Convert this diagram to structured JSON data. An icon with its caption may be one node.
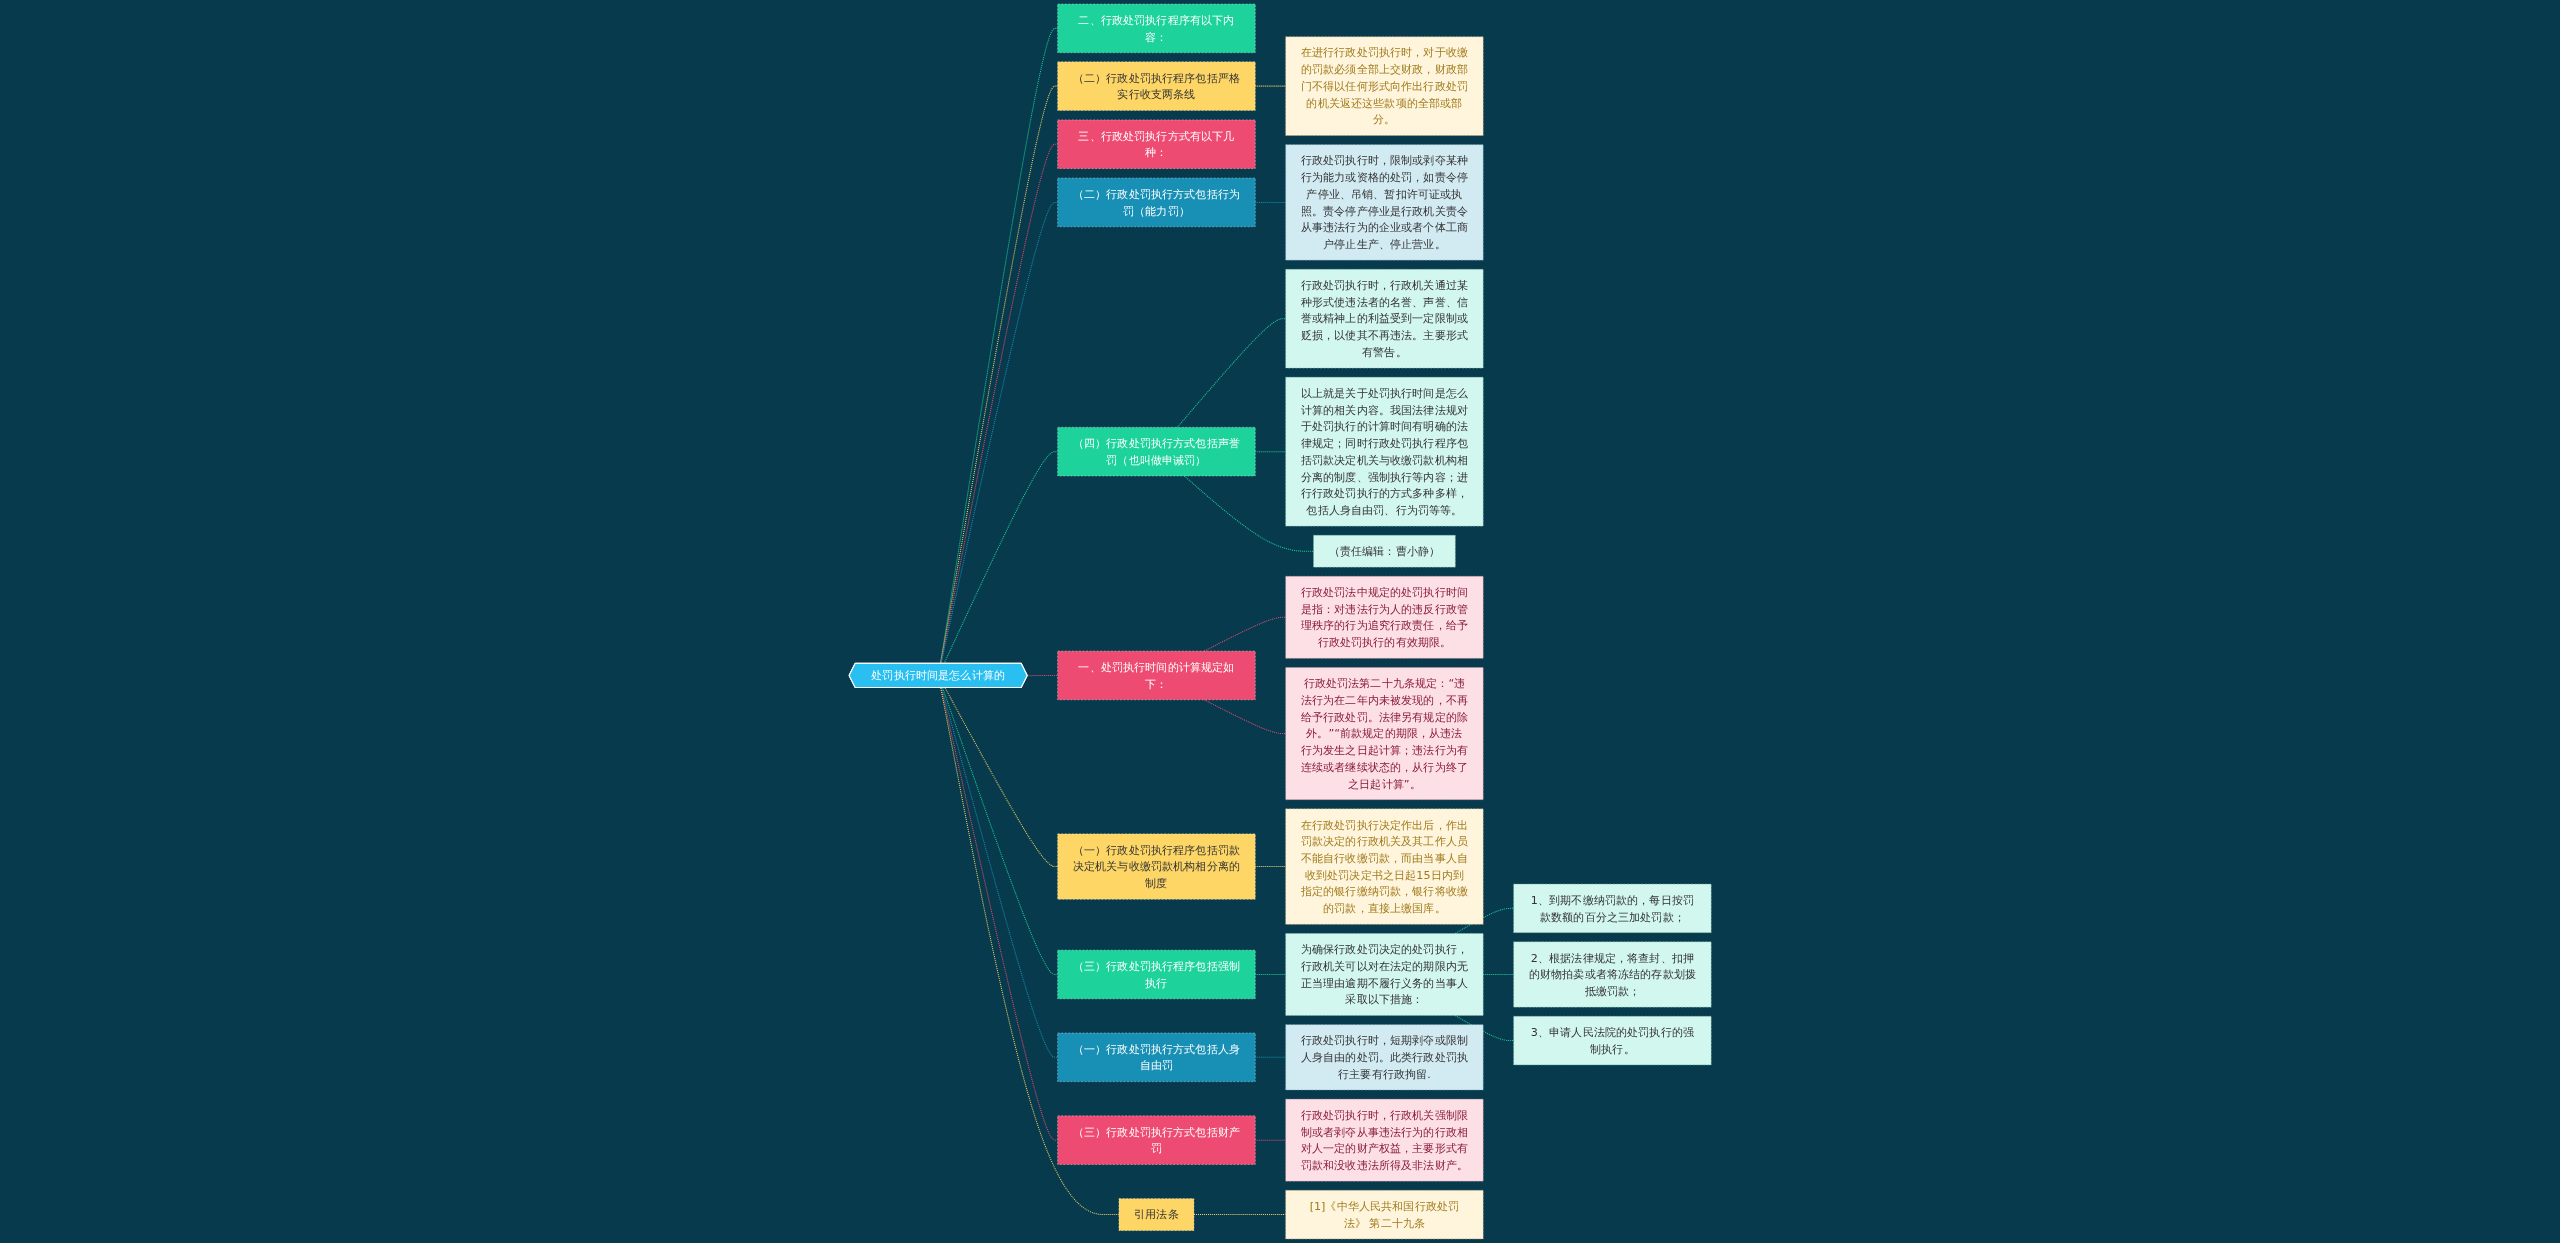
{
  "diagram": {
    "nodes": [
      {
        "text": [
          "处罚执行时间是怎么计算的"
        ]
      },
      {
        "text": [
          "二、行政处罚执行程序有以下内容："
        ]
      },
      {
        "text": [
          "（二）行政处罚执行程序包括严格实行收支两条线"
        ]
      },
      {
        "text": [
          "在进行行政处罚执行时，对于收缴的罚款必须全部上交财政，财政部门不得以任何形式向作出行政处罚的机关返还这些款项的全部或部分。"
        ]
      },
      {
        "text": [
          "三、行政处罚执行方式有以下几种："
        ]
      },
      {
        "text": [
          "（二）行政处罚执行方式包括行为罚（能力罚）"
        ]
      },
      {
        "text": [
          "行政处罚执行时，限制或剥夺某种行为能力或资格的处罚，如责令停产停业、吊销、暂扣许可证或执照。责令停产停业是行政机关责令从事违法行为的企业或者个体工商户停止生产、停止营业。"
        ]
      },
      {
        "text": [
          "（四）行政处罚执行方式包括声誉罚（也叫做申诫罚）"
        ]
      },
      {
        "text": [
          "行政处罚执行时，行政机关通过某种形式使违法者的名誉、声誉、信誉或精神上的利益受到一定限制或贬损，以使其不再违法。主要形式有警告。"
        ]
      },
      {
        "text": [
          "以上就是关于处罚执行时间是怎么计算的相关内容。我国法律法规对于处罚执行的计算时间有明确的法律规定；同时行政处罚执行程序包括罚款决定机关与收缴罚款机构相分离的制度、强制执行等内容；进行行政处罚执行的方式多种多样，包括人身自由罚、行为罚等等。"
        ]
      },
      {
        "text": [
          "（责任编辑：曹小静）"
        ]
      },
      {
        "text": [
          "一、处罚执行时间的计算规定如下："
        ]
      },
      {
        "text": [
          "行政处罚法中规定的处罚执行时间是指：对违法行为人的违反行政管理秩序的行为追究行政责任，给予行政处罚执行的有效期限。"
        ]
      },
      {
        "text": [
          "行政处罚法第二十九条规定：“违法行为在二年内未被发现的，不再给予行政处罚。法律另有规定的除外。”“前款规定的期限，从违法行为发生之日起计算；违法行为有连续或者继续状态的，从行为终了之日起计算”。"
        ]
      },
      {
        "text": [
          "（一）行政处罚执行程序包括罚款决定机关与收缴罚款机构相分离的制度"
        ]
      },
      {
        "text": [
          "在行政处罚执行决定作出后，作出罚款决定的行政机关及其工作人员不能自行收缴罚款，而由当事人自收到处罚决定书之日起15日内到指定的银行缴纳罚款，银行将收缴的罚款，直接上缴国库。"
        ]
      },
      {
        "text": [
          "（三）行政处罚执行程序包括强制执行"
        ]
      },
      {
        "text": [
          "为确保行政处罚决定的处罚执行，行政机关可以对在法定的期限内无正当理由逾期不履行义务的当事人采取以下措施："
        ]
      },
      {
        "text": [
          "1、到期不缴纳罚款的，每日按罚款数额的百分之三加处罚款；"
        ]
      },
      {
        "text": [
          "2、根据法律规定，将查封、扣押的财物拍卖或者将冻结的存款划拨抵缴罚款；"
        ]
      },
      {
        "text": [
          "3、申请人民法院的处罚执行的强制执行。"
        ]
      },
      {
        "text": [
          "（一）行政处罚执行方式包括人身自由罚"
        ]
      },
      {
        "text": [
          "行政处罚执行时，短期剥夺或限制人身自由的处罚。此类行政处罚执行主要有行政拘留."
        ]
      },
      {
        "text": [
          "（三）行政处罚执行方式包括财产罚"
        ]
      },
      {
        "text": [
          "行政处罚执行时，行政机关强制限制或者剥夺从事违法行为的行政相对人一定的财产权益，主要形式有罚款和没收违法所得及非法财产。"
        ]
      },
      {
        "text": [
          "引用法条"
        ]
      },
      {
        "text": [
          "[1]《中华人民共和国行政处罚法》 第二十九条"
        ]
      }
    ],
    "edges": [
      {
        "from": 0,
        "to": 1,
        "arrow": "none",
        "style": "dashed",
        "color": "#1dd39b"
      },
      {
        "from": 0,
        "to": 2,
        "arrow": "none",
        "style": "dashed",
        "color": "#fdd666"
      },
      {
        "from": 2,
        "to": 3,
        "arrow": "none",
        "style": "dashed",
        "color": "#fdd666"
      },
      {
        "from": 0,
        "to": 4,
        "arrow": "none",
        "style": "dashed",
        "color": "#ee4b72"
      },
      {
        "from": 0,
        "to": 5,
        "arrow": "none",
        "style": "dashed",
        "color": "#1890b5"
      },
      {
        "from": 5,
        "to": 6,
        "arrow": "none",
        "style": "dashed",
        "color": "#1890b5"
      },
      {
        "from": 0,
        "to": 7,
        "arrow": "none",
        "style": "dashed",
        "color": "#1dd39b"
      },
      {
        "from": 7,
        "to": 8,
        "arrow": "none",
        "style": "dashed",
        "color": "#1dd39b"
      },
      {
        "from": 7,
        "to": 9,
        "arrow": "none",
        "style": "dashed",
        "color": "#1dd39b"
      },
      {
        "from": 7,
        "to": 10,
        "arrow": "none",
        "style": "dashed",
        "color": "#1dd39b"
      },
      {
        "from": 0,
        "to": 11,
        "arrow": "none",
        "style": "dashed",
        "color": "#ee4b72"
      },
      {
        "from": 11,
        "to": 12,
        "arrow": "none",
        "style": "dashed",
        "color": "#ee4b72"
      },
      {
        "from": 11,
        "to": 13,
        "arrow": "none",
        "style": "dashed",
        "color": "#ee4b72"
      },
      {
        "from": 0,
        "to": 14,
        "arrow": "none",
        "style": "dashed",
        "color": "#fdd666"
      },
      {
        "from": 14,
        "to": 15,
        "arrow": "none",
        "style": "dashed",
        "color": "#fdd666"
      },
      {
        "from": 0,
        "to": 16,
        "arrow": "none",
        "style": "dashed",
        "color": "#1dd39b"
      },
      {
        "from": 16,
        "to": 17,
        "arrow": "none",
        "style": "dashed",
        "color": "#1dd39b"
      },
      {
        "from": 17,
        "to": 18,
        "arrow": "none",
        "style": "dashed",
        "color": "#1dd39b"
      },
      {
        "from": 17,
        "to": 19,
        "arrow": "none",
        "style": "dashed",
        "color": "#1dd39b"
      },
      {
        "from": 17,
        "to": 20,
        "arrow": "none",
        "style": "dashed",
        "color": "#1dd39b"
      },
      {
        "from": 0,
        "to": 21,
        "arrow": "none",
        "style": "dashed",
        "color": "#1890b5"
      },
      {
        "from": 21,
        "to": 22,
        "arrow": "none",
        "style": "dashed",
        "color": "#1890b5"
      },
      {
        "from": 0,
        "to": 23,
        "arrow": "none",
        "style": "dashed",
        "color": "#ee4b72"
      },
      {
        "from": 23,
        "to": 24,
        "arrow": "none",
        "style": "dashed",
        "color": "#ee4b72"
      },
      {
        "from": 0,
        "to": 25,
        "arrow": "none",
        "style": "dashed",
        "color": "#fdd666"
      },
      {
        "from": 25,
        "to": 26,
        "arrow": "none",
        "style": "dashed",
        "color": "#fdd666"
      }
    ]
  }
}
